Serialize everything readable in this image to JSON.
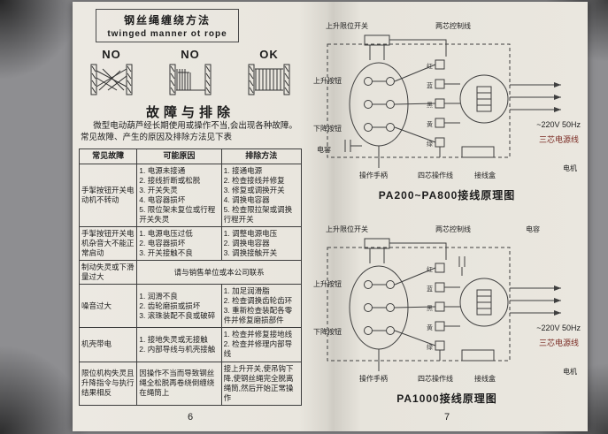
{
  "left_page": {
    "rope_box": {
      "title": "钢丝绳缠绕方法",
      "subtitle": "twinged manner ot rope"
    },
    "spools": [
      {
        "label": "NO"
      },
      {
        "label": "NO"
      },
      {
        "label": "OK"
      }
    ],
    "fault": {
      "title": "故障与排除",
      "intro": "微型电动葫芦经长期使用或操作不当,会出现各种故障。常见故障、产生的原因及排除方法见下表",
      "headers": [
        "常见故障",
        "可能原因",
        "排除方法"
      ],
      "rows": [
        {
          "fault": "手掣按钮开关电动机不转动",
          "cause": "1. 电源未接通\n2. 接线折断或松脱\n3. 开关失灵\n4. 电容器损坏\n5. 限位架未复位或行程开关失灵",
          "remedy": "1. 接通电源\n2. 检查接线并修复\n3. 修复或调换开关\n4. 调换电容器\n5. 检查限拉架或调换行程开关"
        },
        {
          "fault": "手掣按钮开关电机杂音大不能正常启动",
          "cause": "1. 电源电压过低\n2. 电容器损坏\n3. 开关接触不良",
          "remedy": "1. 调整电源电压\n2. 调换电容器\n3. 调换接触开关"
        },
        {
          "fault": "制动失灵或下滑量过大",
          "combined": "请与销售单位或本公司联系"
        },
        {
          "fault": "噪音过大",
          "cause": "1. 润滑不良\n2. 齿轮磨损或损坏\n3. 滚珠装配不良或破碎",
          "remedy": "1. 加足润滑脂\n2. 检查调换齿轮齿环\n3. 重新检查装配各零件并修复磨损部件"
        },
        {
          "fault": "机壳带电",
          "cause": "1. 接地失灵或无接触\n2. 内部导线与机壳接触",
          "remedy": "1. 检查并修复接地线\n2. 检查并修理内部导线"
        },
        {
          "fault": "限位机构失灵且升降指令与执行结果相反",
          "cause": "因操作不当而导致钢丝绳全松脱再卷绕倒缠绕在绳筒上",
          "remedy": "接上升开关,使吊钩下降,使钢丝绳完全脱离绳筒,然后开始正常操作"
        }
      ]
    },
    "page_number": "6"
  },
  "right_page": {
    "wire_colors": [
      "红",
      "蓝",
      "黑",
      "黄",
      "绿"
    ],
    "diagram1": {
      "caption": "PA200~PA800接线原理图",
      "labels": {
        "up_limit": "上升限位开关",
        "two_core": "两芯控制线",
        "up_btn": "上升按钮",
        "down_btn": "下降按钮",
        "capacitor": "电容",
        "handle": "操作手柄",
        "four_core": "四芯操作线",
        "junction": "接线盒",
        "motor": "电机",
        "voltage": "~220V 50Hz",
        "power_line": "三芯电源线"
      }
    },
    "diagram2": {
      "caption": "PA1000接线原理图",
      "labels": {
        "up_limit": "上升限位开关",
        "two_core": "两芯控制线",
        "up_btn": "上升按钮",
        "down_btn": "下降按钮",
        "capacitor": "电容",
        "handle": "操作手柄",
        "four_core": "四芯操作线",
        "junction": "接线盒",
        "motor": "电机",
        "voltage": "~220V 50Hz",
        "power_line": "三芯电源线"
      }
    },
    "page_number": "7"
  }
}
